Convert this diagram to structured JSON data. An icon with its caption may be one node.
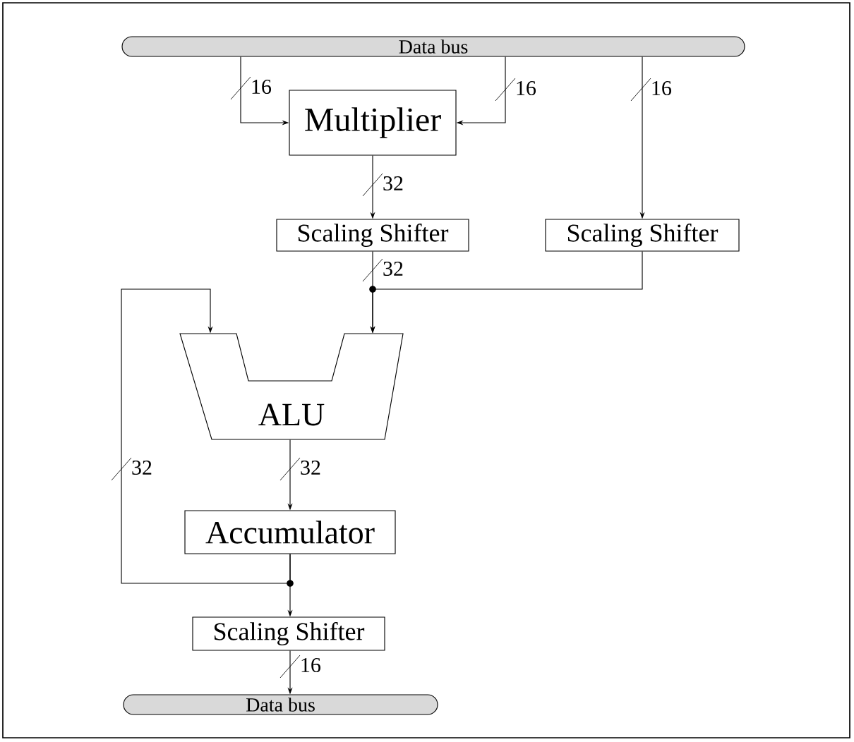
{
  "diagram": {
    "nodes": [
      {
        "text": [
          "Data bus"
        ]
      },
      {
        "text": [
          "Multiplier"
        ]
      },
      {
        "text": [
          "Scaling Shifter"
        ]
      },
      {
        "text": [
          "Scaling Shifter"
        ]
      },
      {
        "text": [
          "ALU"
        ]
      },
      {
        "text": [
          "Accumulator"
        ]
      },
      {
        "text": [
          "Scaling Shifter"
        ]
      },
      {
        "text": [
          "Data bus"
        ]
      }
    ],
    "edges": [
      {
        "from": 0,
        "to": 1,
        "arrow": "to",
        "label": "16"
      },
      {
        "from": 0,
        "to": 1,
        "arrow": "to",
        "label": "16"
      },
      {
        "from": 0,
        "to": 3,
        "arrow": "to",
        "label": "16"
      },
      {
        "from": 1,
        "to": 2,
        "arrow": "to",
        "label": "32"
      },
      {
        "from": 2,
        "to": 4,
        "arrow": "to",
        "label": "32"
      },
      {
        "from": 3,
        "to": 4,
        "arrow": "to"
      },
      {
        "from": 4,
        "to": 5,
        "arrow": "to",
        "label": "32"
      },
      {
        "from": 5,
        "to": 6,
        "arrow": "to"
      },
      {
        "from": 5,
        "to": 4,
        "arrow": "to",
        "label": "32"
      },
      {
        "from": 6,
        "to": 7,
        "arrow": "to",
        "label": "16"
      }
    ]
  }
}
